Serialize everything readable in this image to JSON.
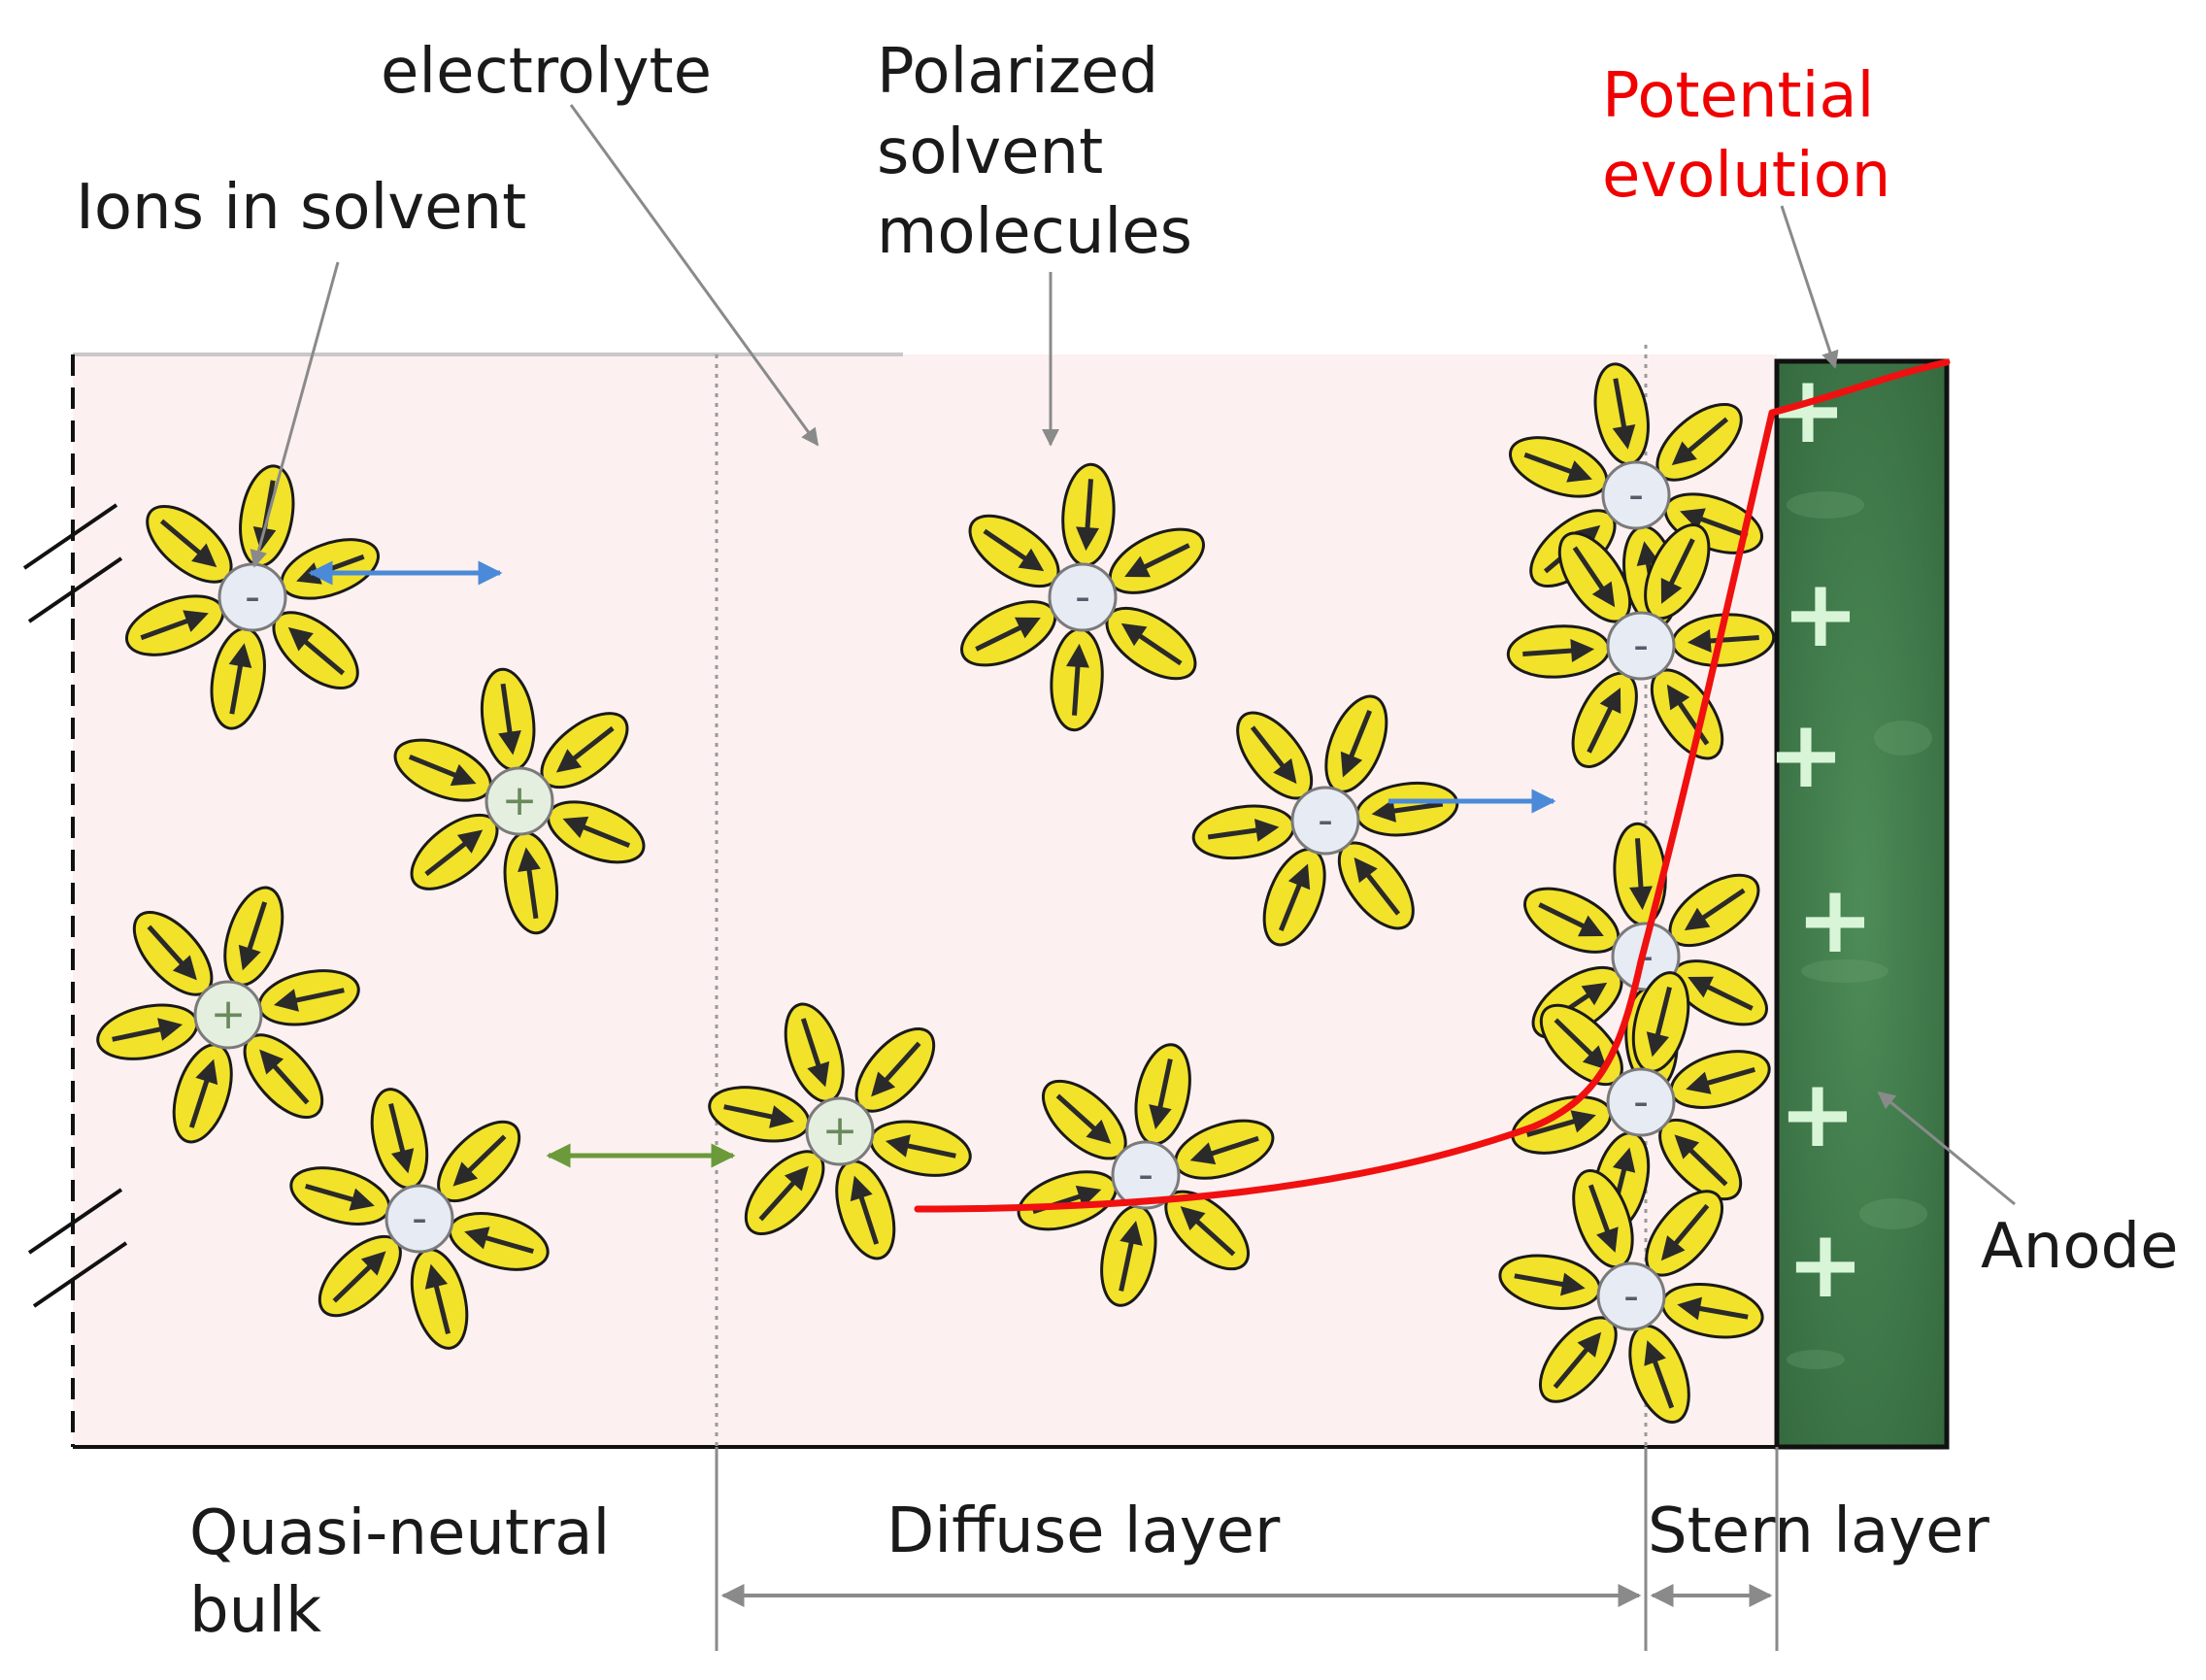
{
  "labels": {
    "electrolyte": "electrolyte",
    "ions_in_solvent": "Ions in solvent",
    "polarized_line1": "Polarized",
    "polarized_line2": "solvent",
    "polarized_line3": "molecules",
    "potential_line1": "Potential",
    "potential_line2": "evolution",
    "anode": "Anode",
    "bulk_line1": "Quasi-neutral",
    "bulk_line2": "bulk",
    "diffuse_layer": "Diffuse layer",
    "stern_layer": "Stern layer"
  },
  "ion_signs": {
    "negative": "-",
    "positive": "+"
  },
  "colors": {
    "electrolyte_fill": "#fdf0f0",
    "anode_fill": "#3f7a4a",
    "anode_plus": "#d8f5d8",
    "molecule_fill": "#f2e22a",
    "molecule_stroke": "#1a1a1a",
    "potential_curve": "#f01010",
    "blue_arrow": "#4a8ad8",
    "green_arrow": "#6a9a3a",
    "leader_line": "#8a8a8a",
    "ion_fill": "#e6ebf4",
    "text_red": "#f00000"
  }
}
